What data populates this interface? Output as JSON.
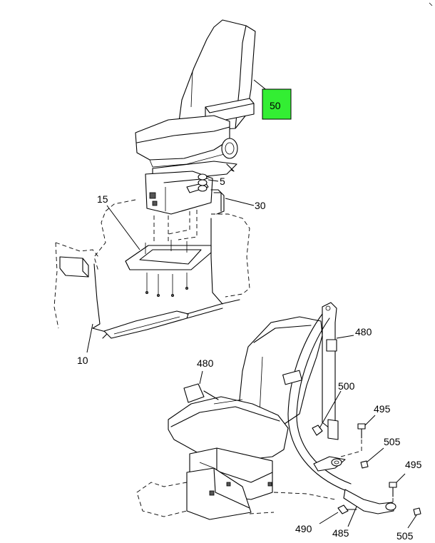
{
  "callouts": {
    "c50": "50",
    "c5": "5",
    "c30": "30",
    "c15": "15",
    "c10": "10",
    "c480a": "480",
    "c480b": "480",
    "c500": "500",
    "c495a": "495",
    "c505a": "505",
    "c495b": "495",
    "c490": "490",
    "c485": "485",
    "c505b": "505"
  },
  "colors": {
    "highlight": "#33ee33"
  }
}
